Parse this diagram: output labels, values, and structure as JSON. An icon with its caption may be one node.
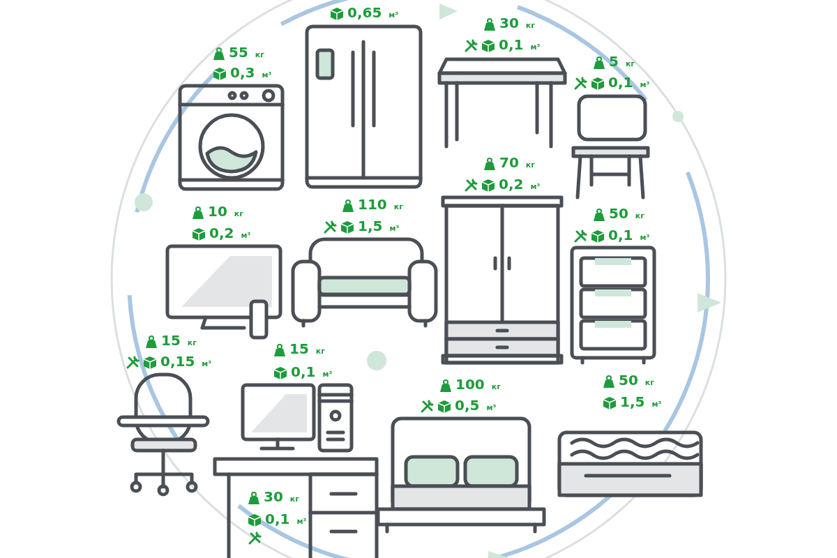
{
  "diagram": {
    "labels": [
      "0,65 м³",
      "30 кг",
      "0,1 м³",
      "55 кг",
      "0,3 м³",
      "5 кг",
      "0,1 м³",
      "70 кг",
      "0,2 м³",
      "10 кг",
      "0,2 м³",
      "110 кг",
      "1,5 м³",
      "50 кг",
      "0,1 м³",
      "15 кг",
      "0,15 м³",
      "15 кг",
      "0,1 м³",
      "100 кг",
      "0,5 м³",
      "50 кг",
      "1,5 м³",
      "30 кг",
      "0,1 м³"
    ]
  }
}
